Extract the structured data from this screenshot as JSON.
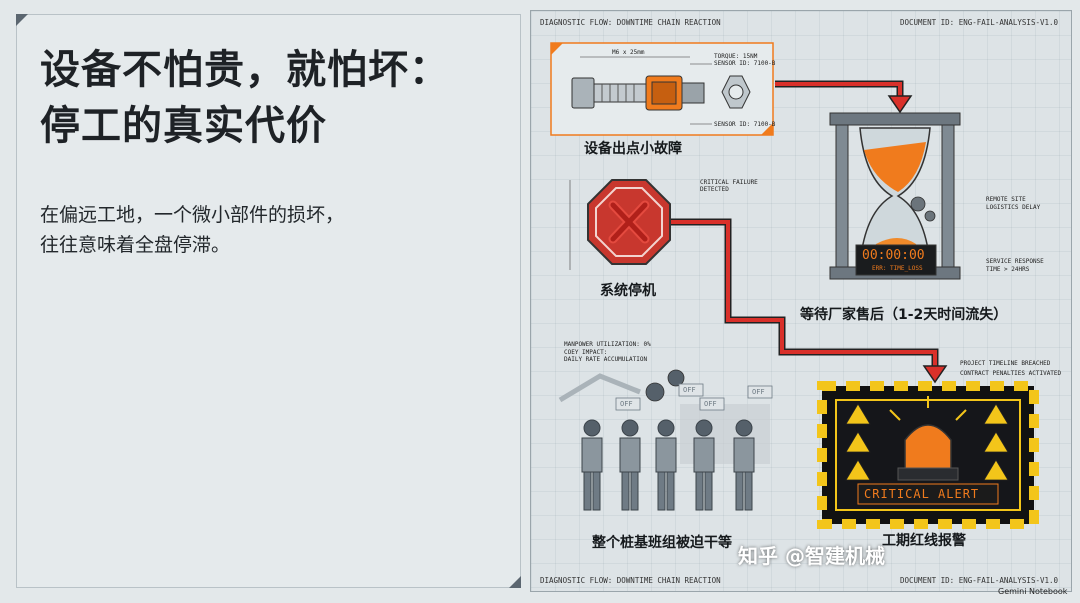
{
  "left": {
    "title_line1": "设备不怕贵，就怕坏：",
    "title_line2": "停工的真实代价",
    "subtitle_line1": "在偏远工地，一个微小部件的损坏，",
    "subtitle_line2": "往往意味着全盘停滞。"
  },
  "header": {
    "left": "DIAGNOSTIC FLOW: DOWNTIME CHAIN REACTION",
    "right": "DOCUMENT ID: ENG-FAIL-ANALYSIS-V1.0"
  },
  "footer": {
    "left": "DIAGNOSTIC FLOW: DOWNTIME CHAIN REACTION",
    "right": "DOCUMENT ID: ENG-FAIL-ANALYSIS-V1.0"
  },
  "step1": {
    "label": "设备出点小故障",
    "dim": "M6 x 25mm",
    "torque": "TORQUE: 15NM",
    "sensor_top": "SENSOR ID: 7100-B",
    "sensor_bottom": "SENSOR ID: 7100-B"
  },
  "step2": {
    "label": "系统停机",
    "note_line1": "CRITICAL FAILURE",
    "note_line2": "DETECTED"
  },
  "step3": {
    "label": "等待厂家售后（1-2天时间流失）",
    "timer": "00:00:00",
    "timer_sub": "ERR: TIME_LOSS",
    "note1_line1": "REMOTE SITE",
    "note1_line2": "LOGISTICS DELAY",
    "note2_line1": "SERVICE RESPONSE",
    "note2_line2": "TIME > 24HRS"
  },
  "step4": {
    "label": "整个桩基班组被迫干等",
    "note1": "MANPOWER UTILIZATION: 0%",
    "note2_line1": "COEY IMPACT:",
    "note2_line2": "DAILY RATE ACCUMULATION",
    "off1": "OFF",
    "off2": "OFF",
    "off3": "OFF",
    "off4": "OFF"
  },
  "step5": {
    "label": "工期红线报警",
    "alert": "CRITICAL ALERT",
    "note1": "PROJECT TIMELINE BREACHED",
    "note2": "CONTRACT PENALTIES ACTIVATED"
  },
  "watermark": "知乎 @智建机械",
  "brand": "Gemini Notebook",
  "colors": {
    "accent_red": "#d9302a",
    "orange": "#f07b1d",
    "hazard_yellow": "#f3c51a",
    "steel": "#5b6670"
  }
}
